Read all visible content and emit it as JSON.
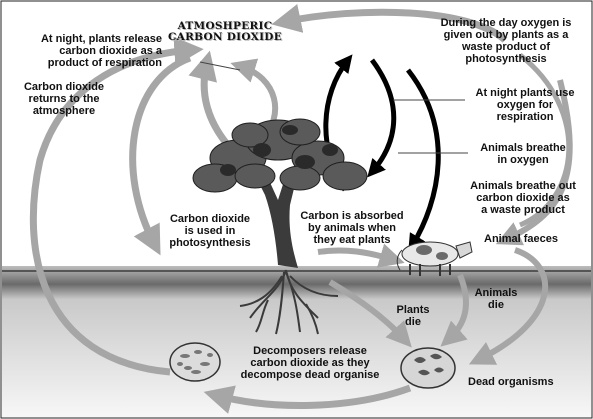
{
  "diagram": {
    "title": "ATMOSHPERIC\nCARBON DIOXIDE",
    "labels": {
      "night_release": "At night, plants release\ncarbon dioxide as a\nproduct of respiration",
      "day_oxygen": "During the day oxygen is\ngiven out by plants as a\nwaste product of\nphotosynthesis",
      "co2_returns": "Carbon dioxide\nreturns to the\natmosphere",
      "night_use": "At night plants use\noxygen for\nrespiration",
      "animals_breathe_in": "Animals breathe\nin oxygen",
      "animals_breathe_out": "Animals breathe out\ncarbon dioxide as\na waste product",
      "co2_photosynthesis": "Carbon dioxide\nis used in\nphotosynthesis",
      "carbon_absorbed": "Carbon is absorbed\nby animals when\nthey eat plants",
      "animal_faeces": "Animal faeces",
      "animals_die": "Animals\ndie",
      "plants_die": "Plants\ndie",
      "decomposers": "Decomposers release\ncarbon dioxide as they\ndecompose dead organise",
      "dead_organisms": "Dead organisms"
    },
    "colors": {
      "arrow": "#a6a6a6",
      "black_arrow": "#000000",
      "ground_top": "#c8c8c8",
      "ground_mid": "#555555",
      "ground_bottom": "#f4f4f4",
      "foliage": "#5a5a5a",
      "trunk": "#3b3b3b"
    }
  }
}
